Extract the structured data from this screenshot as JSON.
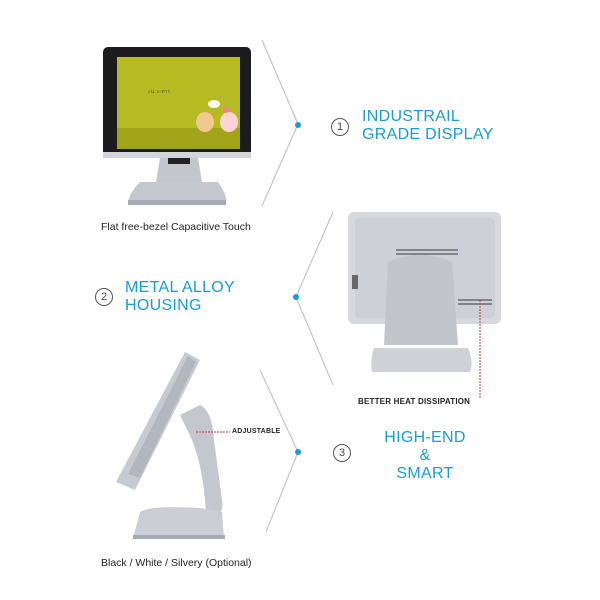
{
  "features": [
    {
      "number": "1",
      "title_line1": "INDUSTRAIL",
      "title_line2": "GRADE DISPLAY"
    },
    {
      "number": "2",
      "title_line1": "METAL ALLOY",
      "title_line2": "HOUSING"
    },
    {
      "number": "3",
      "title_line1": "HIGH-END",
      "title_line2": "&",
      "title_line3": "SMART"
    }
  ],
  "captions": {
    "front": "Flat free-bezel Capacitive Touch",
    "back": "BETTER HEAT DISSIPATION",
    "adjustable": "ADJUSTABLE",
    "colors": "Black / White / Silvery (Optional)"
  },
  "screen_text": "ะน. ะ-ทาร",
  "colors": {
    "accent": "#1b9ad8",
    "screen": "#b5bb20",
    "housing": "#c9ccd3",
    "callout": "#d0303a"
  }
}
